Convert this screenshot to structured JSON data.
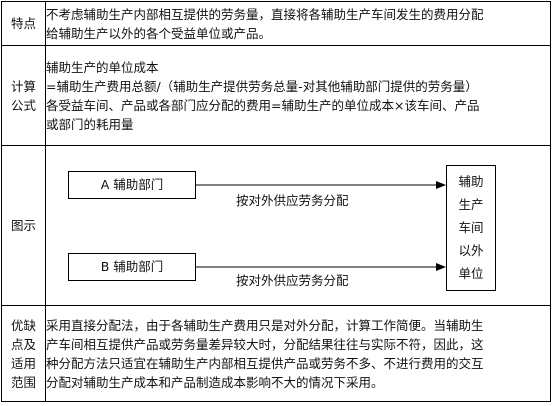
{
  "rows": [
    {
      "label_lines": [
        "特点"
      ],
      "content_lines": [
        "不考虑辅助生产内部相互提供的劳务量，直接将各辅助生产车间发生的费用分配",
        "给辅助生产以外的各个受益单位或产品。"
      ]
    },
    {
      "label_lines": [
        "计算",
        "公式"
      ],
      "content_lines": [
        "辅助生产的单位成本",
        "=辅助生产费用总额/（辅助生产提供劳务总量-对其他辅助部门提供的劳务量）",
        "各受益车间、产品或各部门应分配的费用=辅助生产的单位成本×该车间、产品",
        "或部门的耗用量"
      ]
    },
    {
      "label_lines": [
        "图示"
      ],
      "diagram": {
        "box_a": "A 辅助部门",
        "box_b": "B 辅助部门",
        "arrow_label_a": "按对外供应劳务分配",
        "arrow_label_b": "按对外供应劳务分配",
        "target_lines": [
          "辅助",
          "生产",
          "车间",
          "以外",
          "单位"
        ]
      }
    },
    {
      "label_lines": [
        "优缺",
        "点及",
        "适用",
        "范围"
      ],
      "content_lines": [
        "采用直接分配法，由于各辅助生产费用只是对外分配，计算工作简便。当辅助生",
        "产车间相互提供产品或劳务量差异较大时，分配结果往往与实际不符，因此，这",
        "种分配方法只适宜在辅助生产内部相互提供产品或劳务不多、不进行费用的交互",
        "分配对辅助生产成本和产品制造成本影响不大的情况下采用。"
      ]
    }
  ]
}
